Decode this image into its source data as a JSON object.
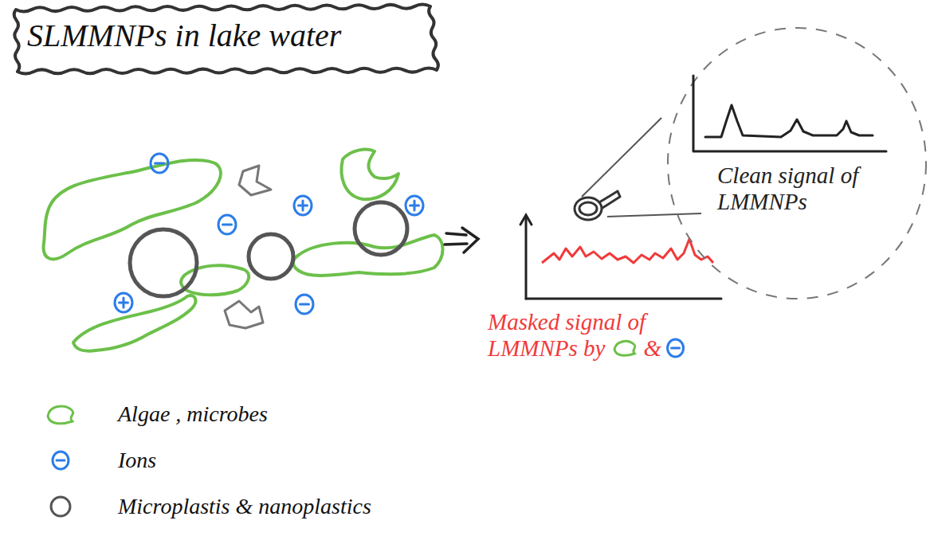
{
  "diagram": {
    "title": "SLMMNPs in lake water",
    "labels": [
      "Clean signal of LMMNPs",
      "Masked signal of LMMNPs by",
      "&"
    ],
    "legend": [
      {
        "text": "Algae , microbes"
      },
      {
        "text": "Ions"
      },
      {
        "text": "Microplastis & nanoplastics"
      }
    ]
  }
}
